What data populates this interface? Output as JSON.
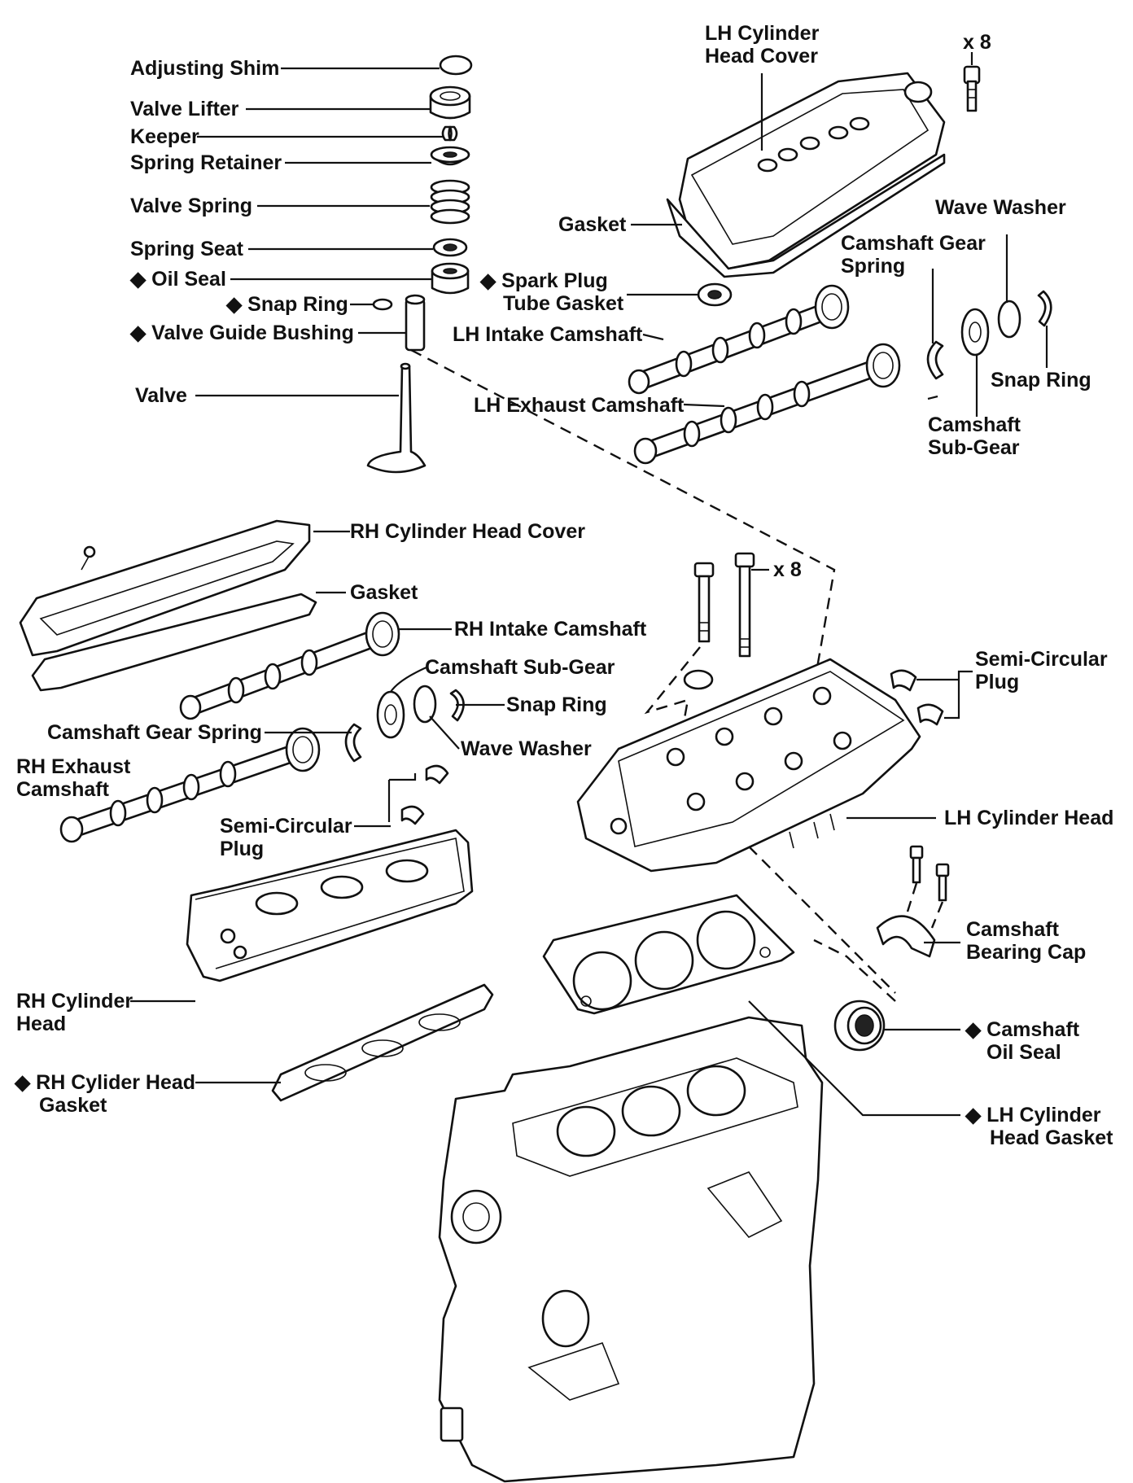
{
  "labels": {
    "adjusting_shim": "Adjusting Shim",
    "valve_lifter": "Valve Lifter",
    "keeper": "Keeper",
    "spring_retainer": "Spring Retainer",
    "valve_spring": "Valve Spring",
    "spring_seat": "Spring Seat",
    "oil_seal": "◆ Oil Seal",
    "snap_ring_valve": "◆ Snap Ring",
    "valve_guide_bushing": "◆ Valve Guide Bushing",
    "valve": "Valve",
    "lh_cover_1": "LH Cylinder",
    "lh_cover_2": "Head Cover",
    "x8_top": "x 8",
    "gasket_lh": "Gasket",
    "wave_washer_lh": "Wave Washer",
    "cam_gear_spring_lh_1": "Camshaft Gear",
    "cam_gear_spring_lh_2": "Spring",
    "spark_plug_1": "◆ Spark Plug",
    "spark_plug_2": "Tube Gasket",
    "lh_intake": "LH Intake Camshaft",
    "lh_exhaust": "LH Exhaust Camshaft",
    "snap_ring_lh": "Snap Ring",
    "sub_gear_lh_1": "Camshaft",
    "sub_gear_lh_2": "Sub-Gear",
    "rh_cover": "RH Cylinder Head Cover",
    "gasket_rh": "Gasket",
    "rh_intake": "RH Intake Camshaft",
    "x8_mid": "x 8",
    "semi_plug_lh_1": "Semi-Circular",
    "semi_plug_lh_2": "Plug",
    "sub_gear_rh": "Camshaft Sub-Gear",
    "snap_ring_rh": "Snap Ring",
    "cam_gear_spring_rh": "Camshaft Gear Spring",
    "wave_washer_rh": "Wave Washer",
    "rh_exhaust_1": "RH Exhaust",
    "rh_exhaust_2": "Camshaft",
    "semi_plug_rh_1": "Semi-Circular",
    "semi_plug_rh_2": "Plug",
    "lh_head": "LH Cylinder Head",
    "bearing_cap_1": "Camshaft",
    "bearing_cap_2": "Bearing Cap",
    "rh_head_1": "RH Cylinder",
    "rh_head_2": "Head",
    "cam_oil_seal_1": "◆ Camshaft",
    "cam_oil_seal_2": "Oil Seal",
    "rh_gasket_1": "◆ RH Cylider Head",
    "rh_gasket_2": "Gasket",
    "lh_gasket_1": "◆ LH Cylinder",
    "lh_gasket_2": "Head Gasket"
  }
}
